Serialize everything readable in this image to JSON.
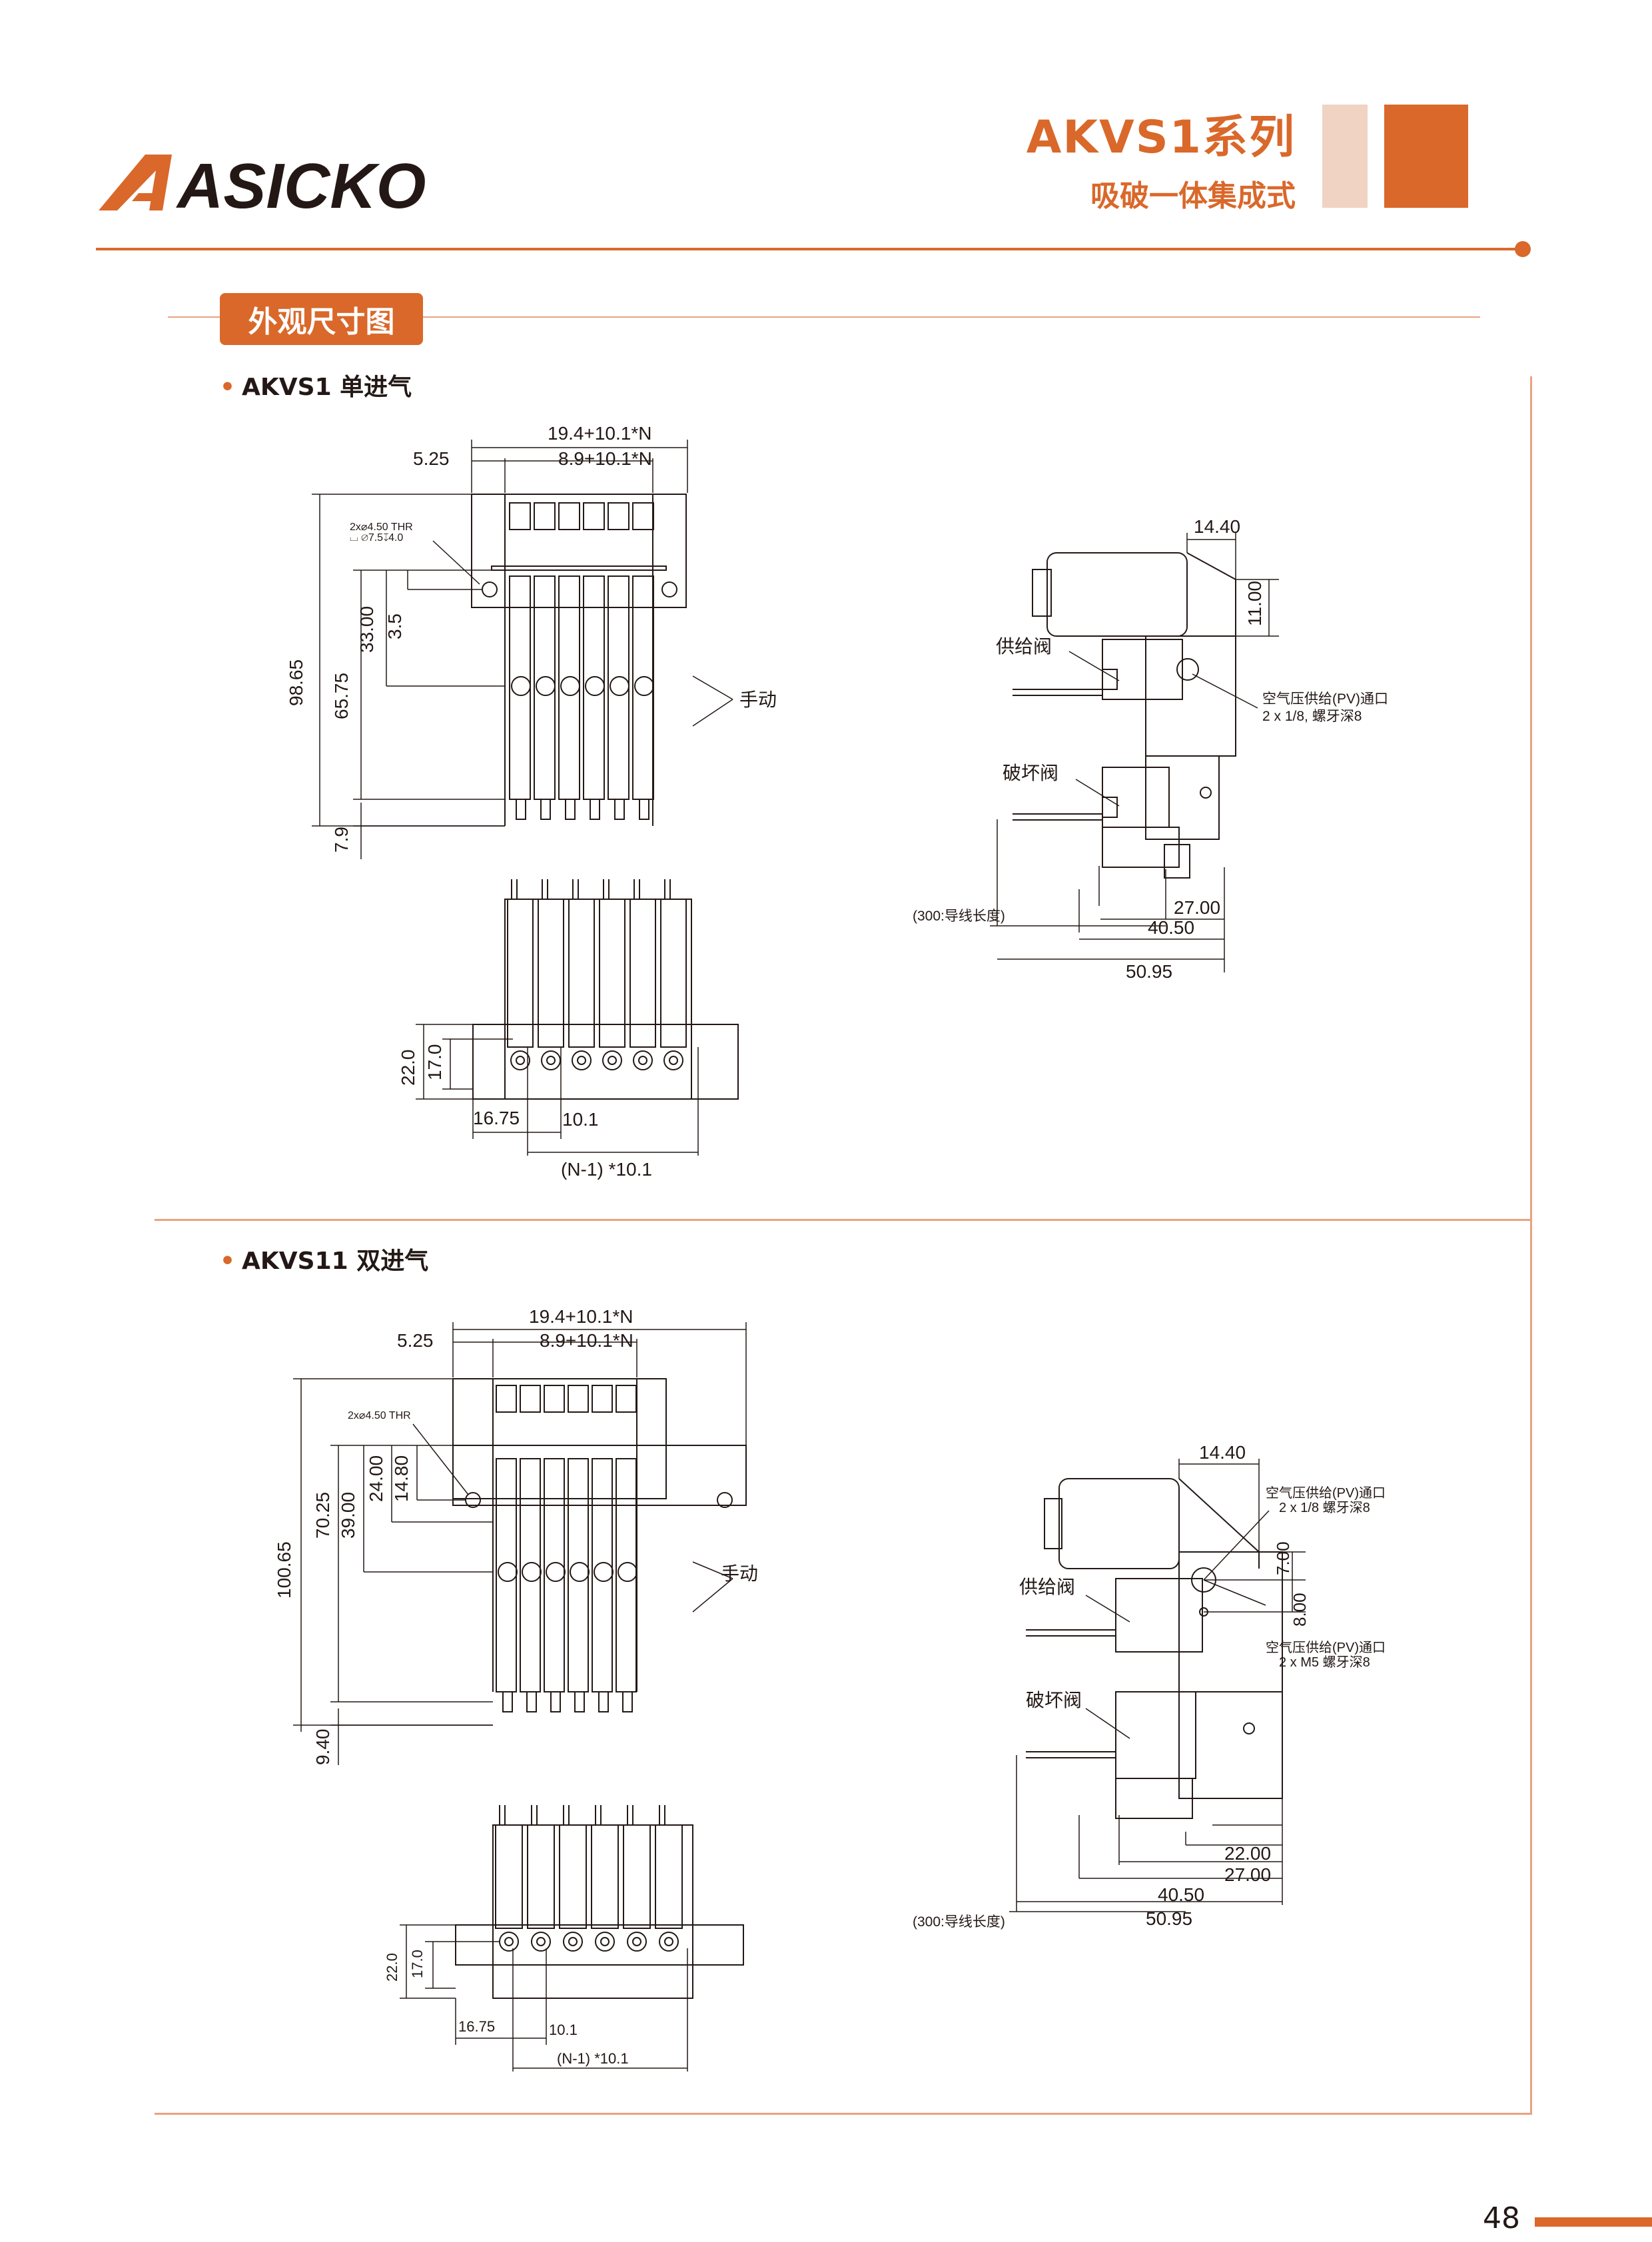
{
  "header": {
    "series_title": "AKVS1系列",
    "series_subtitle": "吸破一体集成式",
    "logo_text": "ASICKO",
    "colors": {
      "accent": "#D9682A",
      "accent_light": "#F1D3C3",
      "rule_light": "#E9A27E"
    }
  },
  "section": {
    "title": "外观尺寸图"
  },
  "single": {
    "heading": "AKVS1 单进气",
    "front": {
      "overall": "19.4+10.1*N",
      "pitch_total": "8.9+10.1*N",
      "edge": "5.25",
      "hole_note_1": "2x⌀4.50 THR",
      "hole_note_2": "⌴ ⌀7.5↧4.0",
      "h_total": "98.65",
      "h_65": "65.75",
      "h_33": "33.00",
      "h_35": "3.5",
      "h_79": "7.9",
      "manual": "手动"
    },
    "side": {
      "w_top": "14.40",
      "h_top": "11.00",
      "supply": "供给阀",
      "break": "破坏阀",
      "port1": "空气压供给(PV)通口",
      "port2": "2 x 1/8, 螺牙深8",
      "wire": "(300:导线长度)",
      "d1": "27.00",
      "d2": "40.50",
      "d3": "50.95"
    },
    "bottom": {
      "h1": "22.0",
      "h2": "17.0",
      "w1": "16.75",
      "w2": "10.1",
      "w3": "(N-1) *10.1"
    }
  },
  "double": {
    "heading": "AKVS11 双进气",
    "front": {
      "overall": "19.4+10.1*N",
      "pitch_total": "8.9+10.1*N",
      "edge": "5.25",
      "hole_note_1": "2x⌀4.50 THR",
      "h_total": "100.65",
      "h_70": "70.25",
      "h_39": "39.00",
      "h_24": "24.00",
      "h_14": "14.80",
      "h_94": "9.40",
      "manual": "手动"
    },
    "side": {
      "w_top": "14.40",
      "port_a1": "空气压供给(PV)通口",
      "port_a2": "2 x 1/8 螺牙深8",
      "h_700": "7.00",
      "h_800": "8.00",
      "supply": "供给阀",
      "port_b1": "空气压供给(PV)通口",
      "port_b2": "2 x M5 螺牙深8",
      "break": "破坏阀",
      "wire": "(300:导线长度)",
      "d0": "22.00",
      "d1": "27.00",
      "d2": "40.50",
      "d3": "50.95"
    },
    "bottom": {
      "h1": "22.0",
      "h2": "17.0",
      "w1": "16.75",
      "w2": "10.1",
      "w3": "(N-1) *10.1"
    }
  },
  "footer": {
    "page": "48"
  }
}
